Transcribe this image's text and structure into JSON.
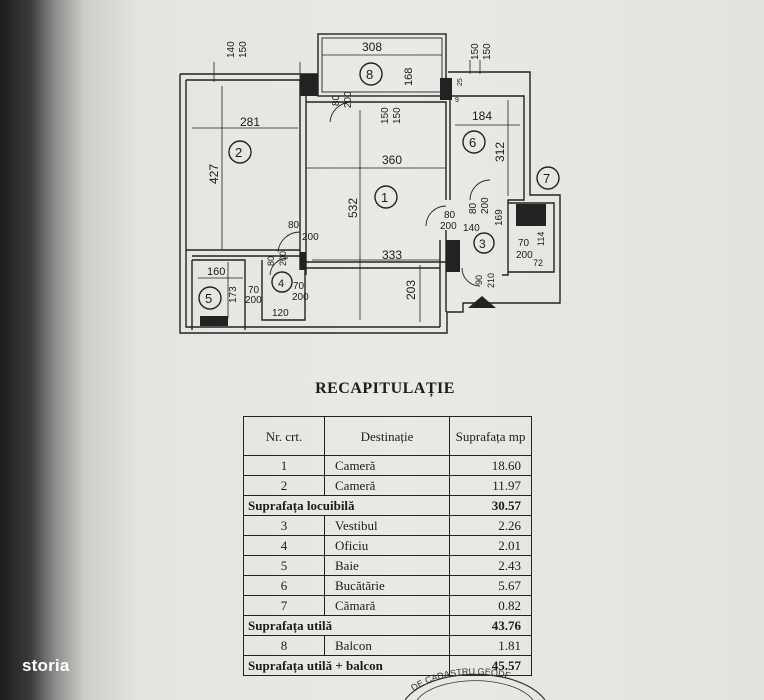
{
  "plan": {
    "dimensions": {
      "top_left_a": "140",
      "top_left_b": "150",
      "balcony_width": "308",
      "balcony_depth": "168",
      "top_right_a": "150",
      "top_right_b": "150",
      "room2_width": "281",
      "room2_height": "427",
      "room1_width": "360",
      "room1_height": "532",
      "room1_lower_width": "333",
      "room1_lower_height": "203",
      "room6_width": "184",
      "room6_height": "312",
      "door_80_200_a": "80",
      "door_80_200_b": "200",
      "win_150_a": "150",
      "win_150_b": "150",
      "door_balcony_80": "80",
      "door_balcony_200": "200",
      "door_room2_80": "80",
      "door_room2_200": "200",
      "door_room6_80": "80",
      "door_room6_200": "200",
      "vestibul_140": "140",
      "vestibul_169": "169",
      "door_hall_80": "80",
      "door_hall_200": "200",
      "door_entry_90": "90",
      "door_entry_210": "210",
      "pantry_70": "70",
      "pantry_200": "200",
      "pantry_72": "72",
      "pantry_114": "114",
      "bath_160": "160",
      "bath_173": "173",
      "bath_door_70": "70",
      "bath_door_200": "200",
      "office_door_70": "70",
      "office_door_200": "200",
      "office_120": "120",
      "small_9": "9",
      "small_25": "25"
    },
    "room_numbers": [
      "1",
      "2",
      "3",
      "4",
      "5",
      "6",
      "7",
      "8"
    ]
  },
  "recap": {
    "title": "RECAPITULAȚIE",
    "headers": {
      "nr": "Nr. crt.",
      "dest": "Destinație",
      "surface": "Suprafața mp"
    },
    "rows_a": [
      {
        "nr": "1",
        "dest": "Cameră",
        "val": "18.60"
      },
      {
        "nr": "2",
        "dest": "Cameră",
        "val": "11.97"
      }
    ],
    "sum_locuibila": {
      "label": "Suprafața locuibilă",
      "val": "30.57"
    },
    "rows_b": [
      {
        "nr": "3",
        "dest": "Vestibul",
        "val": "2.26"
      },
      {
        "nr": "4",
        "dest": "Oficiu",
        "val": "2.01"
      },
      {
        "nr": "5",
        "dest": "Baie",
        "val": "2.43"
      },
      {
        "nr": "6",
        "dest": "Bucătărie",
        "val": "5.67"
      },
      {
        "nr": "7",
        "dest": "Cămară",
        "val": "0.82"
      }
    ],
    "sum_utila": {
      "label": "Suprafața utilă",
      "val": "43.76"
    },
    "row_balcon": {
      "nr": "8",
      "dest": "Balcon",
      "val": "1.81"
    },
    "sum_total": {
      "label": "Suprafața utilă + balcon",
      "val": "45.57"
    }
  },
  "brand": {
    "name": "storia"
  },
  "stamp": {
    "text": "DE CADASTRU GEODE"
  }
}
